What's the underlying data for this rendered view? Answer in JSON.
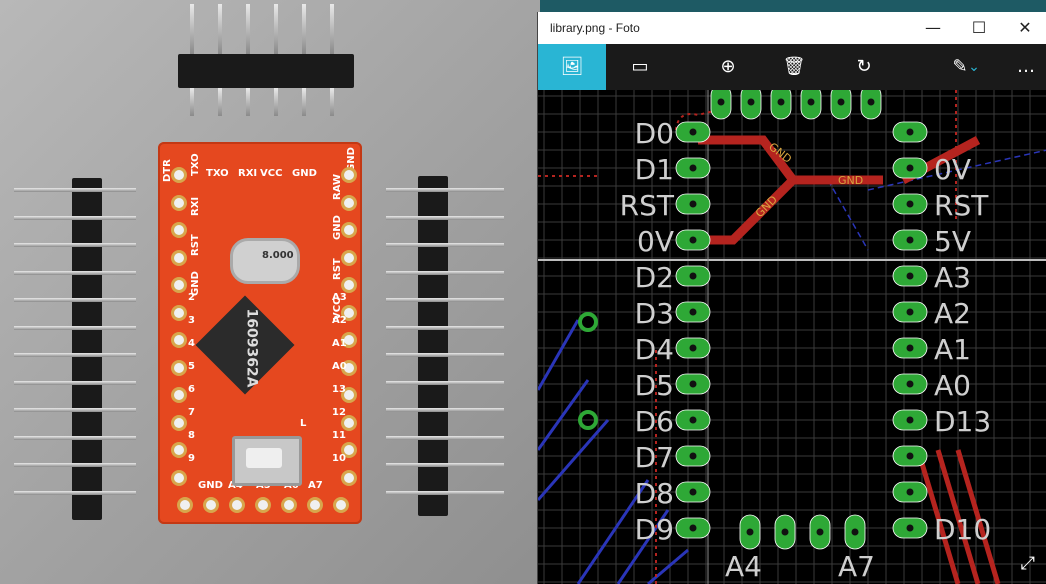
{
  "window": {
    "title": "library.png - Foto",
    "minimize": "—",
    "maximize": "☐",
    "close": "✕"
  },
  "toolbar": {
    "items": [
      {
        "name": "image-icon",
        "glyph": "🖼"
      },
      {
        "name": "slideshow-icon",
        "glyph": "▭"
      },
      {
        "name": "zoom-icon",
        "glyph": "⊕"
      },
      {
        "name": "delete-icon",
        "glyph": "🗑"
      },
      {
        "name": "rotate-icon",
        "glyph": "↻"
      },
      {
        "name": "edit-icon",
        "glyph": "✎"
      },
      {
        "name": "dropdown-chevron-icon",
        "glyph": "⌄"
      },
      {
        "name": "more-icon",
        "glyph": "…"
      }
    ],
    "accent": "#29b5d4"
  },
  "board": {
    "top_labels": [
      "DTR",
      "TXO",
      "RXI",
      "VCC",
      "GND",
      "GND"
    ],
    "left_labels": [
      "TXO",
      "RXI",
      "RST",
      "GND",
      "2",
      "3",
      "4",
      "5",
      "6",
      "7",
      "8",
      "9"
    ],
    "right_labels": [
      "RAW",
      "GND",
      "RST",
      "VCC",
      "A3",
      "A2",
      "A1",
      "A0",
      "13",
      "12",
      "11",
      "10"
    ],
    "bottom_labels": [
      "GND",
      "A4",
      "A5",
      "A6",
      "A7"
    ],
    "crystal": "8.000",
    "chip_text": "1609362A",
    "led_label": "L"
  },
  "pcb": {
    "left_pins": [
      "D0",
      "D1",
      "RST",
      "0V",
      "D2",
      "D3",
      "D4",
      "D5",
      "D6",
      "D7",
      "D8",
      "D9"
    ],
    "right_pins": [
      "0V",
      "RST",
      "5V",
      "A3",
      "A2",
      "A1",
      "A0",
      "D13",
      "D10"
    ],
    "bottom_pins": [
      "A4",
      "A7"
    ],
    "trace_label": "GND",
    "colors": {
      "pad": "#2ea836",
      "trace": "#b5241f",
      "grid": "#3a3a3a",
      "text": "#cfcfcf",
      "blue": "#2a35b8"
    }
  }
}
